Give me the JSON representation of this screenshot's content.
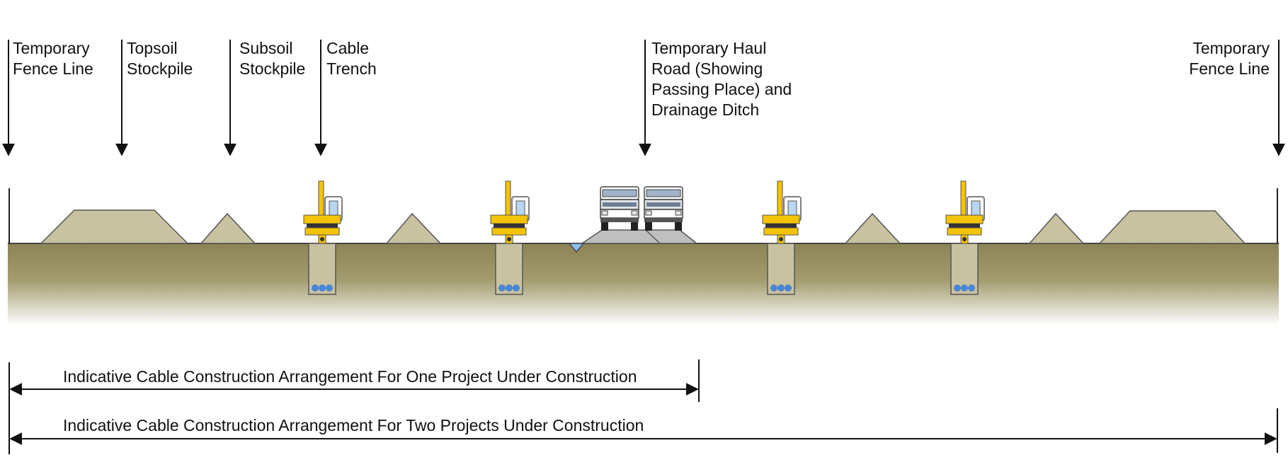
{
  "labels": {
    "fence_left": "Temporary\nFence Line",
    "topsoil": "Topsoil\nStockpile",
    "subsoil": "Subsoil\nStockpile",
    "trench": "Cable\nTrench",
    "haul": "Temporary Haul\nRoad (Showing\nPassing Place) and\nDrainage Ditch",
    "fence_right": "Temporary\nFence Line"
  },
  "dimensions": {
    "one_project": "Indicative Cable Construction Arrangement For One Project Under Construction",
    "two_projects": "Indicative Cable Construction Arrangement For Two Projects Under Construction"
  },
  "colors": {
    "soil_top": "#8c8455",
    "soil_bottom": "#ffffff",
    "stockpile": "#c9c2a0",
    "trench_fill": "#c9c2a0",
    "cable": "#4a86d6",
    "excavator": "#f5c400",
    "road": "#bfbfbf",
    "ditch_water": "#8ec0ea"
  }
}
